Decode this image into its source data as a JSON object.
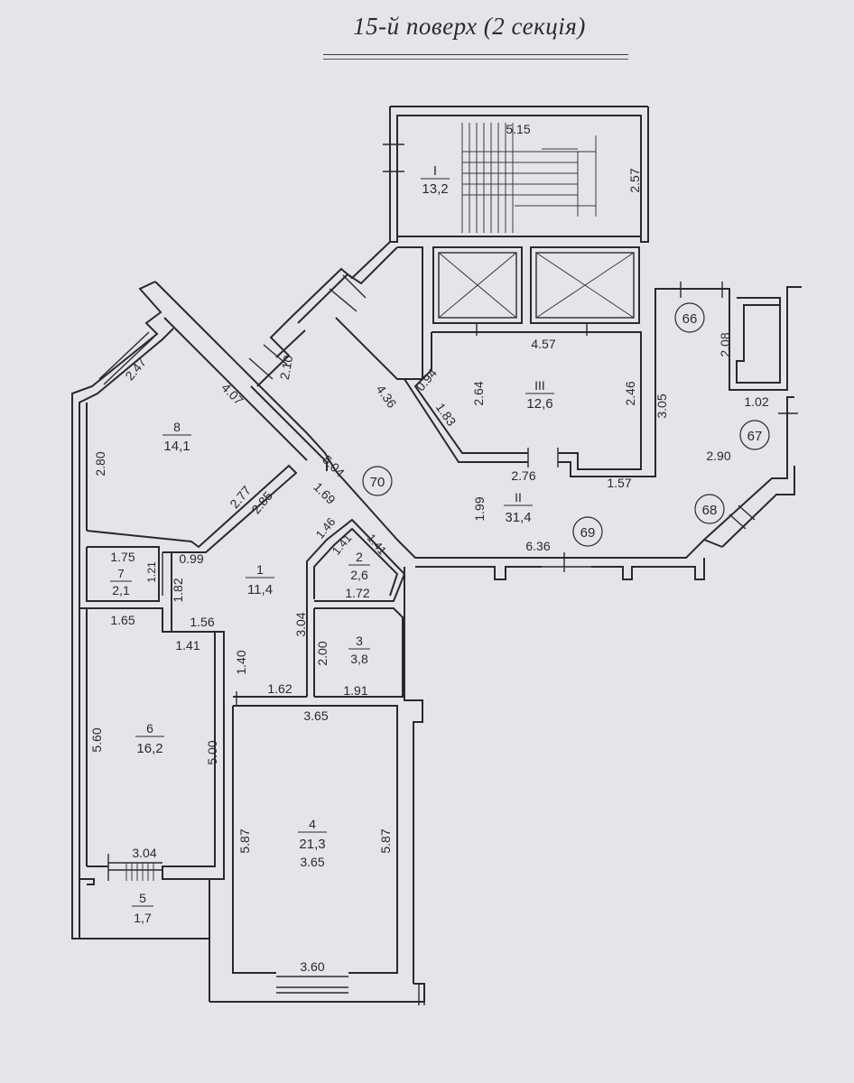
{
  "title": "15-й поверх (2 секція)",
  "rooms": [
    {
      "id": "I",
      "area": "13,2"
    },
    {
      "id": "II",
      "area": "31,4"
    },
    {
      "id": "III",
      "area": "12,6"
    },
    {
      "id": "1",
      "area": "11,4"
    },
    {
      "id": "2",
      "area": "2,6"
    },
    {
      "id": "3",
      "area": "3,8"
    },
    {
      "id": "4",
      "area": "21,3"
    },
    {
      "id": "5",
      "area": "1,7"
    },
    {
      "id": "6",
      "area": "16,2"
    },
    {
      "id": "7",
      "area": "2,1"
    },
    {
      "id": "8",
      "area": "14,1"
    }
  ],
  "markers": [
    "66",
    "67",
    "68",
    "69",
    "70"
  ],
  "dimensions": {
    "stair_top": "5.15",
    "stair_right": "2.57",
    "lobby_top": "4.57",
    "lobby_left": "2.64",
    "lobby_right": "2.46",
    "lobby_diag_top": "0.94",
    "lobby_diag": "1.83",
    "lobby_bottom": "2.76",
    "lobby_bottom_right": "1.57",
    "corridor_right": "3.05",
    "corridor_middle": "1.99",
    "corridor_east": "2.90",
    "niche_height": "2.08",
    "niche_width": "1.02",
    "corridor_bottom": "6.36",
    "diag_long": "4.36",
    "entry_width": "2.10",
    "r8_top": "2.47",
    "r8_diag": "4.07",
    "r8_left": "2.80",
    "r8_bottom": "2.77",
    "r8_bottom2": "2.85",
    "r1_diag": "5.04",
    "r1_diag2": "1.69",
    "r2_a": "1.46",
    "r2_b": "1.41",
    "r2_c": "1.41",
    "r2_bottom": "1.72",
    "r7_top": "1.75",
    "r7_side": "1.21",
    "r7_right": "0.99",
    "r1_left": "1.82",
    "r6_top": "1.65",
    "r1_a": "1.56",
    "r1_b": "1.41",
    "r1_c": "1.40",
    "r3_height": "3.04",
    "r3_inner": "2.00",
    "r3_bottom": "1.91",
    "r1_bottom": "1.62",
    "r4_top": "3.65",
    "r4_mid": "3.65",
    "r4_left": "5.87",
    "r4_right": "5.87",
    "r4_bottom": "3.60",
    "r6_left": "5.60",
    "r6_right": "5.00",
    "r6_bottom": "3.04"
  }
}
